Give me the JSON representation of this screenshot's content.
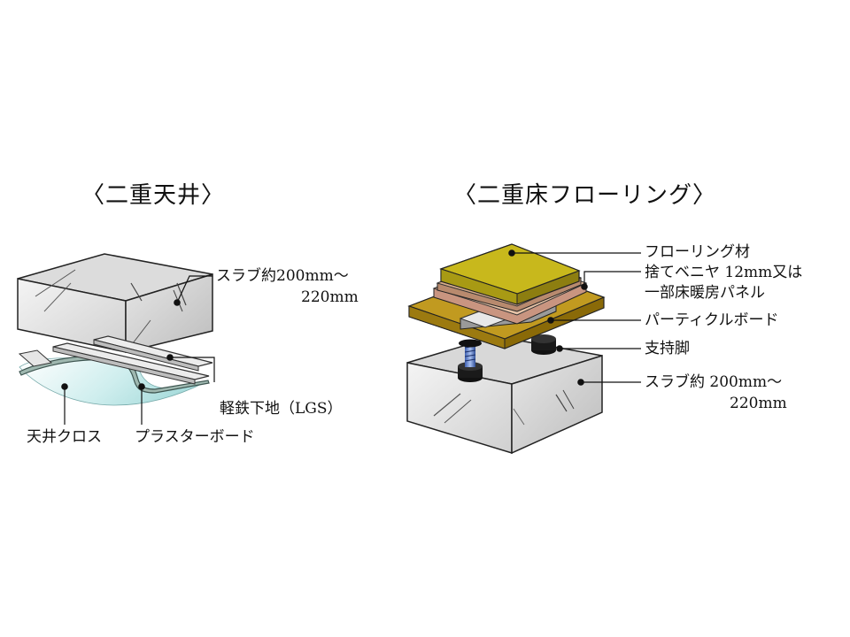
{
  "ceiling": {
    "title": "〈二重天井〉",
    "slab_label_1": "スラブ約200mm～",
    "slab_label_2": "220mm",
    "lgs_label": "軽鉄下地（LGS）",
    "cloth_label": "天井クロス",
    "board_label": "プラスターボード"
  },
  "floor": {
    "title": "〈二重床フローリング〉",
    "flooring_label": "フローリング材",
    "veneer_label_1": "捨てベニヤ 12mm又は",
    "veneer_label_2": "一部床暖房パネル",
    "particle_label": "パーティクルボード",
    "leg_label": "支持脚",
    "slab_label_1": "スラブ約 200mm～",
    "slab_label_2": "220mm"
  }
}
